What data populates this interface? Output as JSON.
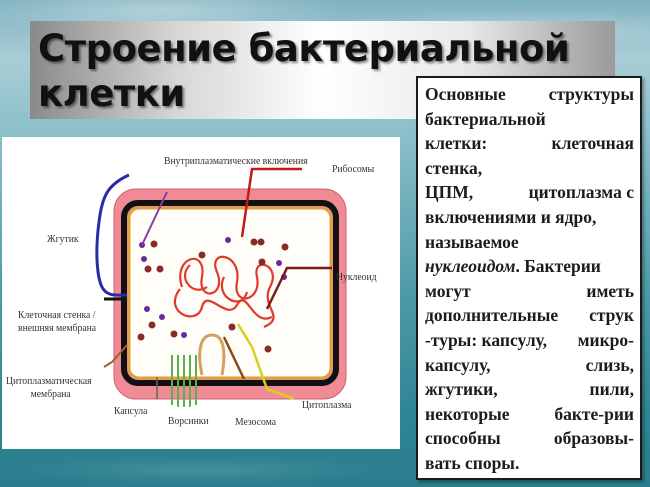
{
  "slide": {
    "title_line1": "Строение бактериальной",
    "title_line2": "клетки"
  },
  "diagram": {
    "labels": {
      "inclusions": "Внутриплазматические включения",
      "ribosomes": "Рибосомы",
      "flagellum": "Жгутик",
      "nucleoid": "Нуклеоид",
      "cell_wall_line1": "Клеточная стенка /",
      "cell_wall_line2": "внешняя мембрана",
      "cpm_line1": "Цитоплазматическая",
      "cpm_line2": "мембрана",
      "capsule": "Капсула",
      "villi": "Ворсинки",
      "mesosome": "Мезосома",
      "cytoplasm": "Цитоплазма"
    },
    "colors": {
      "capsule": "#f08a94",
      "wall": "#111111",
      "membrane": "#e0a040",
      "flagellum": "#2a2aa8",
      "nucleoid": "#e03a2a",
      "ribosome": "#8a2a2a",
      "inclusion": "#6a2a9a",
      "villi": "#5ab04a",
      "cytoplasm_pointer": "#d8d020"
    }
  },
  "textbox": {
    "lines": [
      {
        "a": "Основные",
        "b": "структуры"
      },
      {
        "a": "бактериальной",
        "b": ""
      },
      {
        "a": "клетки:",
        "b": "клеточная"
      },
      {
        "a": "стенка,",
        "b": ""
      },
      {
        "a": "ЦПМ,",
        "b": "цитоплазма с"
      },
      {
        "a": "включениями и ядро,",
        "b": ""
      },
      {
        "a": "называемое",
        "b": ""
      },
      {
        "italic": "нуклеоидом",
        "rest": ". Бактерии"
      },
      {
        "a": "могут",
        "b": "иметь"
      },
      {
        "a": "дополнительные",
        "b": "струк"
      },
      {
        "a": "-туры: капсулу,",
        "b": "микро-"
      },
      {
        "a": "капсулу,",
        "b": "слизь,"
      },
      {
        "a": "жгутики,",
        "b": "пили,"
      },
      {
        "a": "некоторые",
        "b": "бакте-рии"
      },
      {
        "a": "способны",
        "b": "образовы-"
      },
      {
        "a": "вать споры.",
        "b": ""
      }
    ]
  }
}
